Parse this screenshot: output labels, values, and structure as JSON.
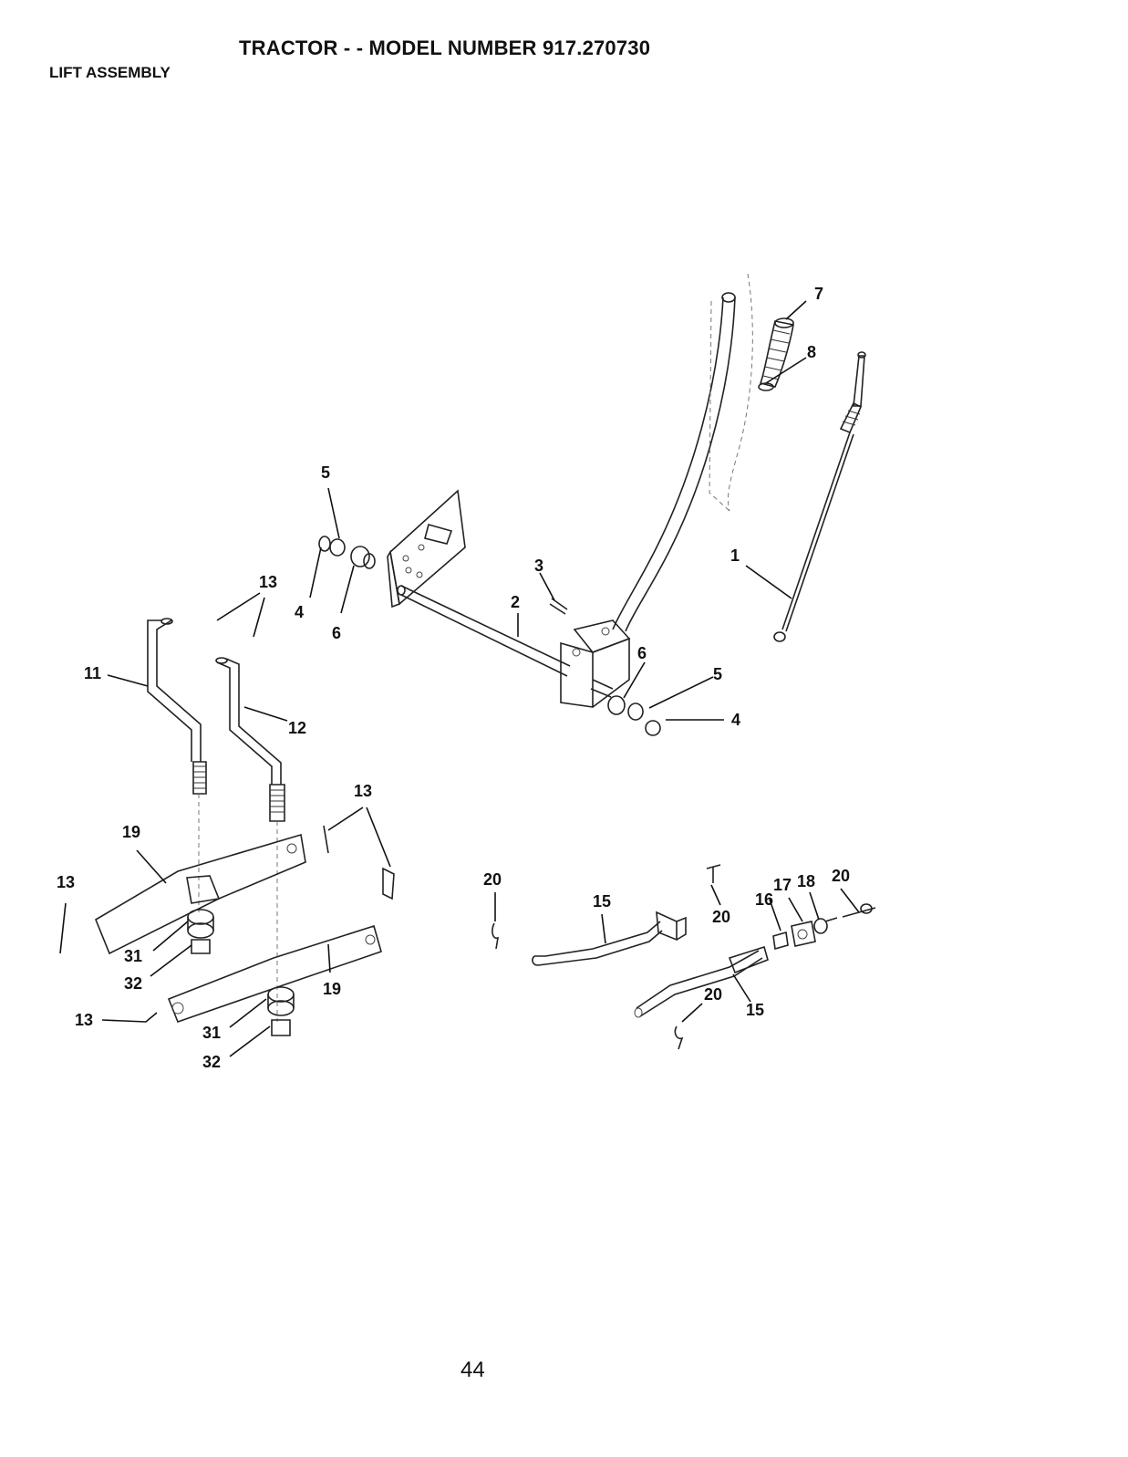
{
  "header": {
    "title": "TRACTOR - - MODEL NUMBER 917.270730",
    "section": "LIFT ASSEMBLY"
  },
  "footer": {
    "page_number": "44"
  },
  "callouts": [
    "7",
    "8",
    "5",
    "1",
    "13",
    "3",
    "2",
    "4",
    "6",
    "6",
    "5",
    "11",
    "12",
    "4",
    "13",
    "19",
    "13",
    "20",
    "15",
    "17",
    "18",
    "20",
    "16",
    "20",
    "31",
    "32",
    "19",
    "13",
    "31",
    "32",
    "20",
    "15"
  ]
}
